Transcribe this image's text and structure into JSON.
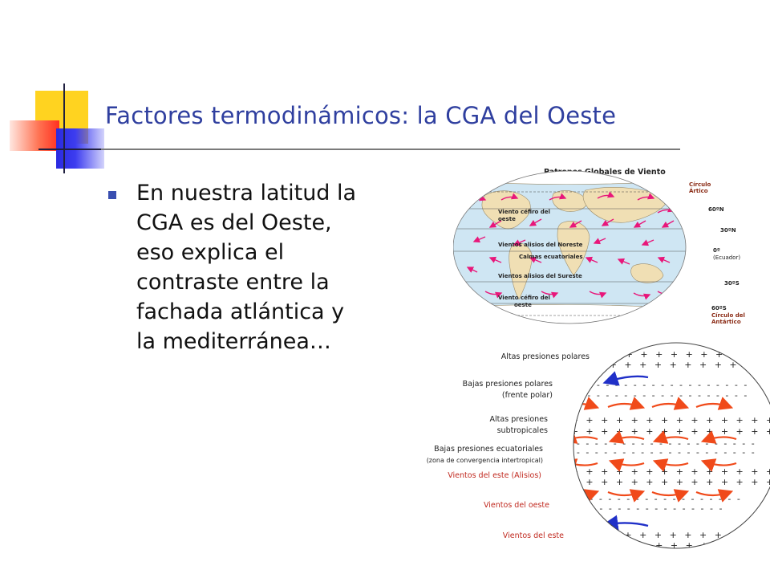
{
  "slide": {
    "title": "Factores termodinámicos: la CGA del Oeste",
    "bullet": "En nuestra latitud la\nCGA es del Oeste,\neso explica el\ncontraste entre la\nfachada atlántica y\nla mediterránea…"
  },
  "map": {
    "heading": "Patrones Globales de Viento",
    "right_labels": [
      "Círculo",
      "Ártico",
      "60ºN",
      "30ºN",
      "0º",
      "(Ecuador)",
      "30ºS",
      "60ºS",
      "Círculo del",
      "Antártico"
    ],
    "inner_labels": [
      "Viento céfiro del",
      "oeste",
      "Vientos alisios del Noreste",
      "Calmas ecuatoriales",
      "Vientos alisios del Sureste",
      "Viento céfiro del",
      "oeste"
    ]
  },
  "globe": {
    "labels": [
      "Altas presiones polares",
      "Bajas presiones polares",
      "(frente polar)",
      "Altas presiones",
      "subtropicales",
      "Bajas presiones ecuatoriales",
      "(zona de convergencia intertropical)",
      "Vientos del este (Alisios)",
      "Vientos del oeste",
      "Vientos del este"
    ],
    "colors": {
      "westerly": "#f04a1a",
      "easterly": "#2030c8",
      "label_red": "#c0281e"
    }
  }
}
